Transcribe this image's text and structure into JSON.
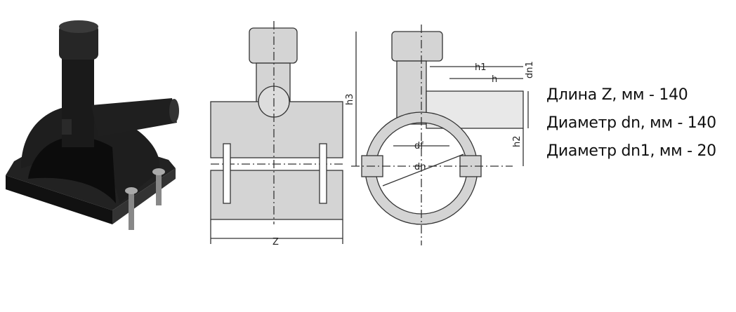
{
  "specs": [
    {
      "label": "Длина Z, мм - 140"
    },
    {
      "label": "Диаметр dn, мм - 140"
    },
    {
      "label": "Диаметр dn1, мм - 20"
    }
  ],
  "drawing_labels": {
    "z": "Z",
    "h3": "h3",
    "h1": "h1",
    "h": "h",
    "dn1": "dn1",
    "h2": "h2",
    "df": "df",
    "dn": "dn"
  },
  "colors": {
    "part": "#1c1c1c",
    "drawing_fill": "#d4d4d4",
    "line": "#333333"
  }
}
